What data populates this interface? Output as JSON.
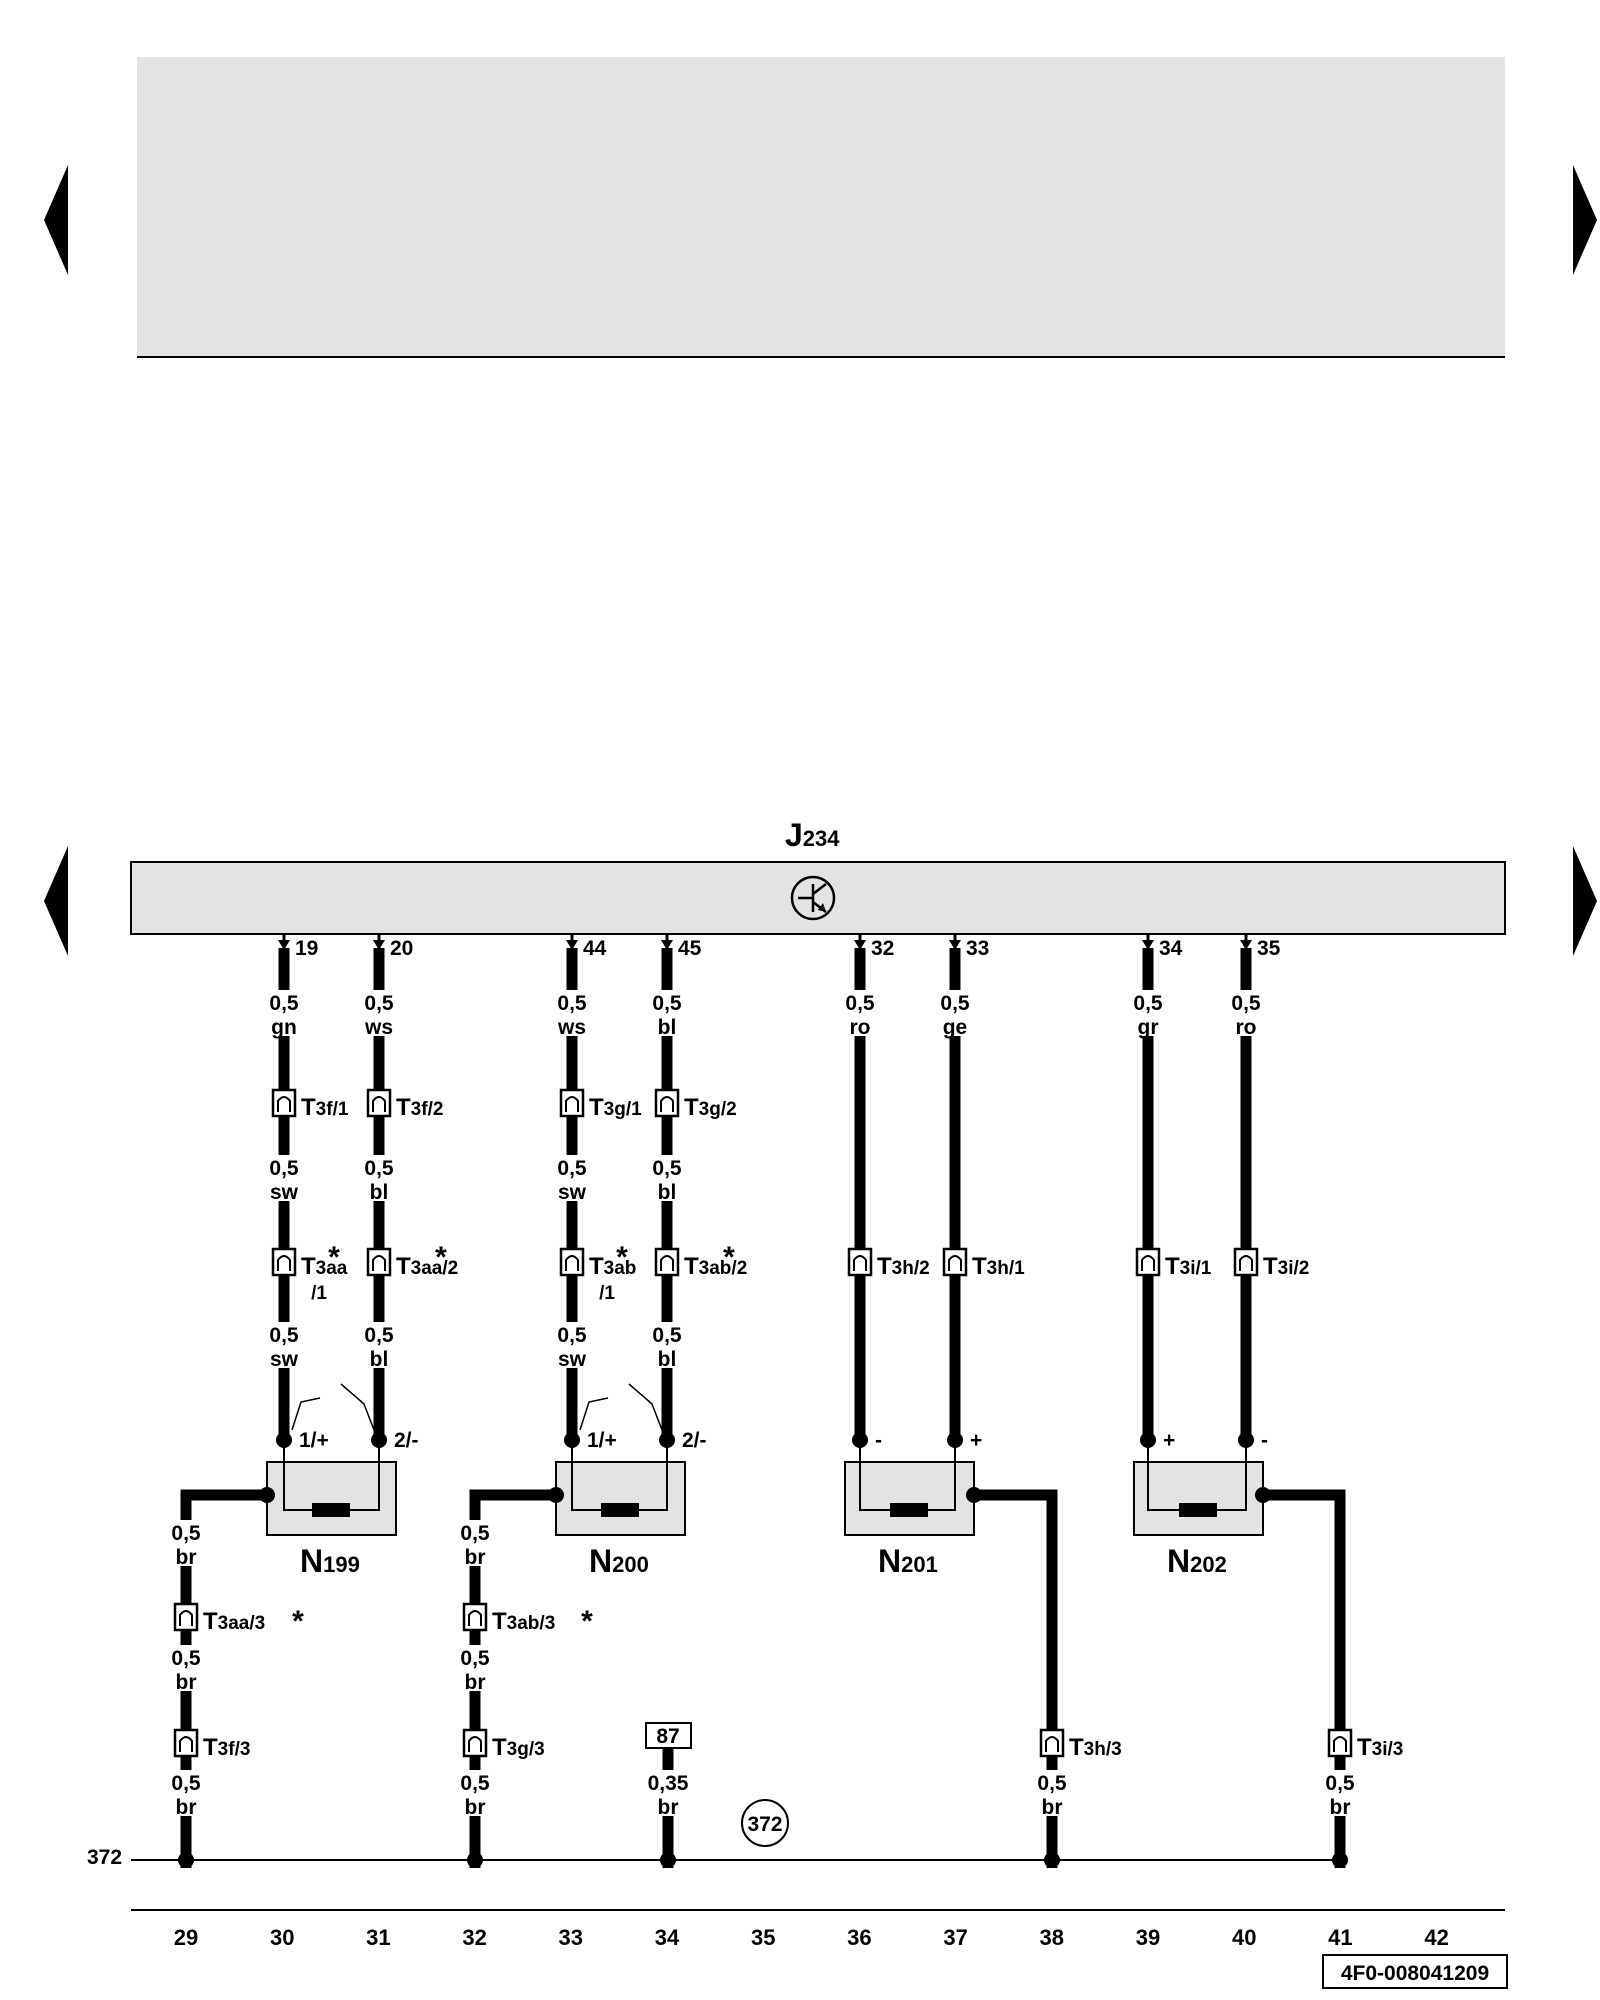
{
  "page_colors": {
    "panel": "#e3e3e3",
    "wire": "#000000",
    "background": "#ffffff"
  },
  "control_unit": {
    "letter": "J",
    "number": "234",
    "symbol": "electronic-control-unit-icon"
  },
  "ground_line": {
    "label": "372",
    "ground_point": "372",
    "relay_box": "87"
  },
  "pins": [
    {
      "id": "p19",
      "label": "19"
    },
    {
      "id": "p20",
      "label": "20"
    },
    {
      "id": "p44",
      "label": "44"
    },
    {
      "id": "p45",
      "label": "45"
    },
    {
      "id": "p32",
      "label": "32"
    },
    {
      "id": "p33",
      "label": "33"
    },
    {
      "id": "p34",
      "label": "34"
    },
    {
      "id": "p35",
      "label": "35"
    }
  ],
  "wire_labels": [
    {
      "id": "w1",
      "size": "0,5",
      "color": "gn"
    },
    {
      "id": "w2",
      "size": "0,5",
      "color": "ws"
    },
    {
      "id": "w3",
      "size": "0,5",
      "color": "ws"
    },
    {
      "id": "w4",
      "size": "0,5",
      "color": "bl"
    },
    {
      "id": "w5",
      "size": "0,5",
      "color": "ro"
    },
    {
      "id": "w6",
      "size": "0,5",
      "color": "ge"
    },
    {
      "id": "w7",
      "size": "0,5",
      "color": "gr"
    },
    {
      "id": "w8",
      "size": "0,5",
      "color": "ro"
    },
    {
      "id": "w9",
      "size": "0,5",
      "color": "sw"
    },
    {
      "id": "w10",
      "size": "0,5",
      "color": "bl"
    },
    {
      "id": "w11",
      "size": "0,5",
      "color": "sw"
    },
    {
      "id": "w12",
      "size": "0,5",
      "color": "bl"
    },
    {
      "id": "w13",
      "size": "0,5",
      "color": "sw"
    },
    {
      "id": "w14",
      "size": "0,5",
      "color": "bl"
    },
    {
      "id": "w15",
      "size": "0,5",
      "color": "sw"
    },
    {
      "id": "w16",
      "size": "0,5",
      "color": "bl"
    },
    {
      "id": "w17",
      "size": "0,5",
      "color": "br"
    },
    {
      "id": "w18",
      "size": "0,5",
      "color": "br"
    },
    {
      "id": "w19",
      "size": "0,5",
      "color": "br"
    },
    {
      "id": "w20",
      "size": "0,5",
      "color": "br"
    },
    {
      "id": "w21",
      "size": "0,5",
      "color": "br"
    },
    {
      "id": "w22",
      "size": "0,5",
      "color": "br"
    },
    {
      "id": "w23",
      "size": "0,35",
      "color": "br"
    },
    {
      "id": "w24",
      "size": "0,5",
      "color": "br"
    },
    {
      "id": "w25",
      "size": "0,5",
      "color": "br"
    }
  ],
  "connectors": [
    {
      "id": "c1",
      "main": "3f",
      "pin": "/1",
      "star": ""
    },
    {
      "id": "c2",
      "main": "3f",
      "pin": "/2",
      "star": ""
    },
    {
      "id": "c3",
      "main": "3g",
      "pin": "/1",
      "star": ""
    },
    {
      "id": "c4",
      "main": "3g",
      "pin": "/2",
      "star": ""
    },
    {
      "id": "c5",
      "main": "3aa",
      "pin": "/1",
      "star": "*"
    },
    {
      "id": "c6",
      "main": "3aa",
      "pin": "/2",
      "star": "*"
    },
    {
      "id": "c7",
      "main": "3ab",
      "pin": "/1",
      "star": "*"
    },
    {
      "id": "c8",
      "main": "3ab",
      "pin": "/2",
      "star": "*"
    },
    {
      "id": "c9",
      "main": "3h",
      "pin": "/2",
      "star": ""
    },
    {
      "id": "c10",
      "main": "3h",
      "pin": "/1",
      "star": ""
    },
    {
      "id": "c11",
      "main": "3i",
      "pin": "/1",
      "star": ""
    },
    {
      "id": "c12",
      "main": "3i",
      "pin": "/2",
      "star": ""
    },
    {
      "id": "c13",
      "main": "3aa",
      "pin": "/3",
      "star": "*"
    },
    {
      "id": "c14",
      "main": "3ab",
      "pin": "/3",
      "star": "*"
    },
    {
      "id": "c15",
      "main": "3f",
      "pin": "/3",
      "star": ""
    },
    {
      "id": "c16",
      "main": "3g",
      "pin": "/3",
      "star": ""
    },
    {
      "id": "c17",
      "main": "3h",
      "pin": "/3",
      "star": ""
    },
    {
      "id": "c18",
      "main": "3i",
      "pin": "/3",
      "star": ""
    }
  ],
  "connector_prefix": "T",
  "valves": [
    {
      "id": "n199",
      "letter": "N",
      "number": "199",
      "left_pin": "1/+",
      "right_pin": "2/-"
    },
    {
      "id": "n200",
      "letter": "N",
      "number": "200",
      "left_pin": "1/+",
      "right_pin": "2/-"
    },
    {
      "id": "n201",
      "letter": "N",
      "number": "201",
      "left_pin": "-",
      "right_pin": "+"
    },
    {
      "id": "n202",
      "letter": "N",
      "number": "202",
      "left_pin": "+",
      "right_pin": "-"
    }
  ],
  "columns": [
    "29",
    "30",
    "31",
    "32",
    "33",
    "34",
    "35",
    "36",
    "37",
    "38",
    "39",
    "40",
    "41",
    "42"
  ],
  "doc_id": "4F0-008041209",
  "nav": {
    "prev": "previous-page-arrow-icon",
    "next": "next-page-arrow-icon"
  }
}
